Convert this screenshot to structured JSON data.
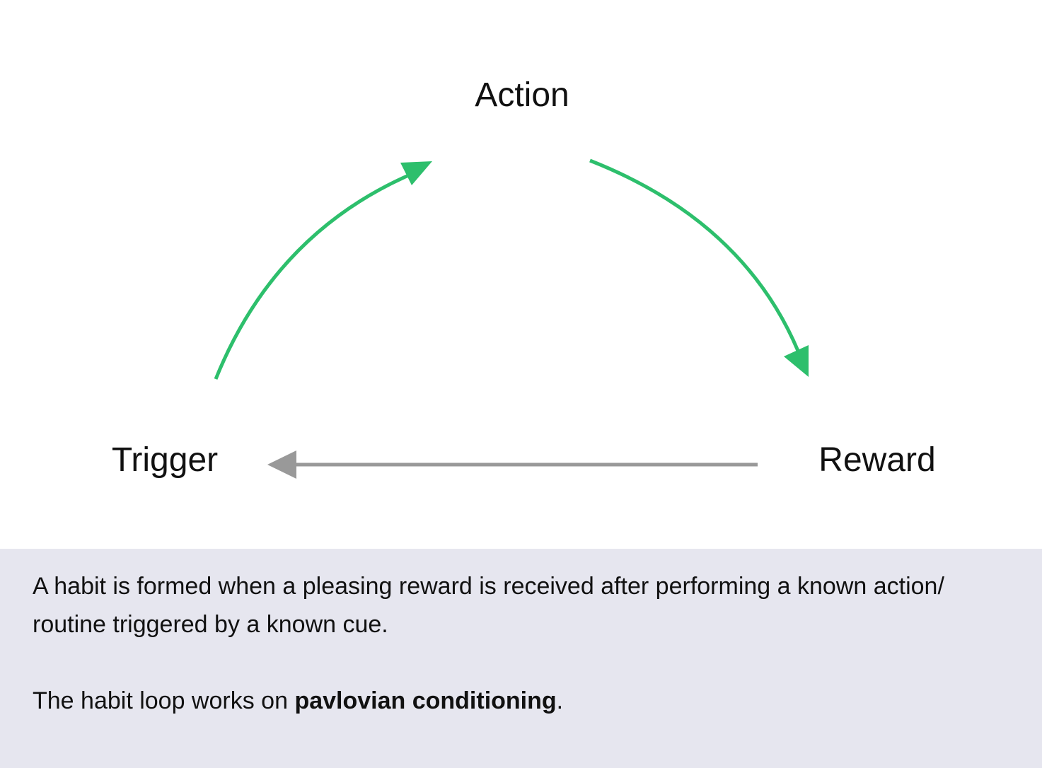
{
  "diagram": {
    "nodes": {
      "action": "Action",
      "trigger": "Trigger",
      "reward": "Reward"
    },
    "colors": {
      "arrow_primary": "#2dbf6c",
      "arrow_secondary": "#999999"
    }
  },
  "caption": {
    "paragraph1": "A habit is formed when a pleasing reward is received after performing a known action/ routine triggered by a known cue.",
    "paragraph2_prefix": "The habit loop works on ",
    "paragraph2_bold": "pavlovian conditioning",
    "paragraph2_suffix": "."
  }
}
